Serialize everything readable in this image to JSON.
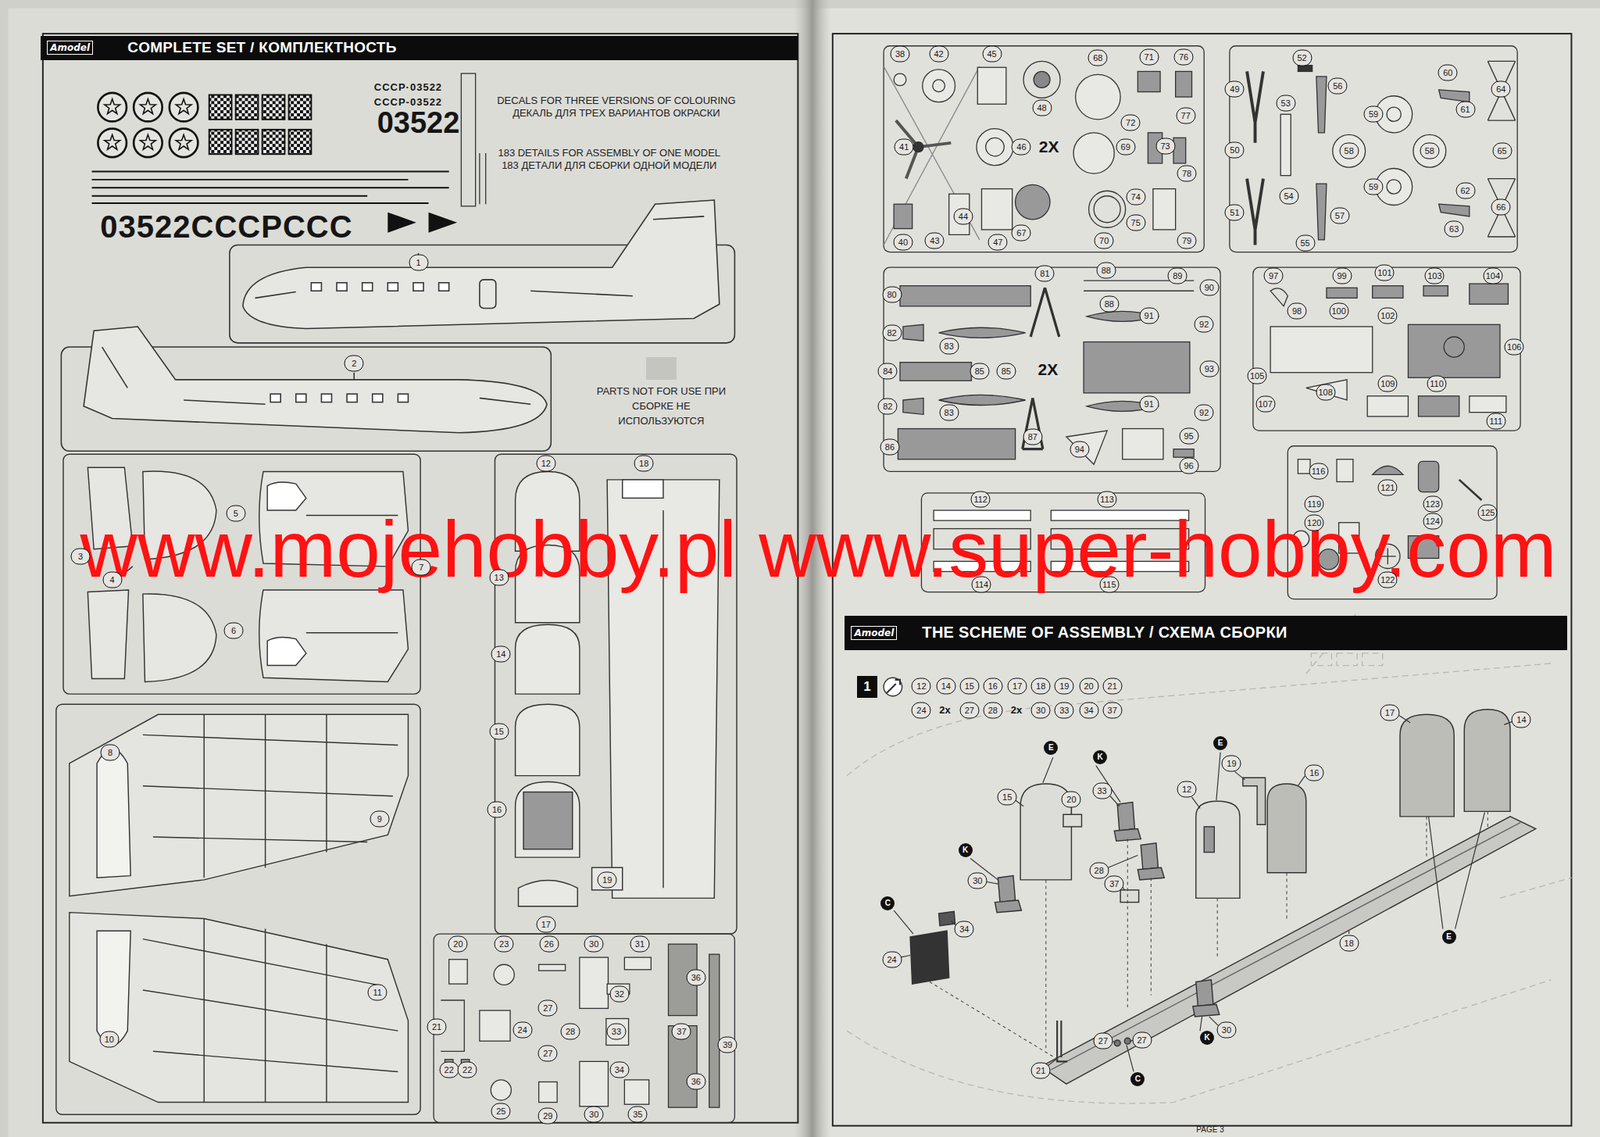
{
  "diagram": {
    "nodes": [
      {
        "text": [
          "Amodel",
          "COMPLETE SET / КОМПЛЕКТНОСТЬ"
        ]
      },
      {
        "text": [
          "Amodel",
          "THE SCHEME OF ASSEMBLY / СХЕМА СБОРКИ"
        ]
      },
      {
        "text": [
          "1"
        ]
      }
    ],
    "labels": [
      "СССР·03522",
      "CCCP-03522",
      "03522",
      "03522CCCPCCC",
      "DECALS FOR THREE VERSIONS OF COLOURING",
      "ДЕКАЛЬ ДЛЯ ТРЕХ ВАРИАНТОВ ОКРАСКИ",
      "183 DETAILS FOR ASSEMBLY OF ONE MODEL",
      "183 ДЕТАЛИ ДЛЯ СБОРКИ ОДНОЙ МОДЕЛИ",
      "www.mojehobby.pl www.super-hobby.com",
      "PAGE 3",
      "E",
      "E",
      "E",
      "K",
      "K",
      "K",
      "C",
      "C",
      "2X",
      "2X",
      "2x",
      "2x",
      "1",
      "2",
      "3",
      "4",
      "5",
      "6",
      "7",
      "8",
      "9",
      "10",
      "11",
      "12",
      "13",
      "14",
      "15",
      "16",
      "17",
      "18",
      "19",
      "20",
      "21",
      "22",
      "22",
      "23",
      "24",
      "25",
      "26",
      "27",
      "27",
      "28",
      "29",
      "30",
      "30",
      "31",
      "32",
      "33",
      "34",
      "35",
      "36",
      "36",
      "37",
      "39",
      "38",
      "42",
      "45",
      "68",
      "71",
      "76",
      "48",
      "72",
      "77",
      "41",
      "46",
      "69",
      "73",
      "78",
      "44",
      "74",
      "75",
      "40",
      "43",
      "47",
      "67",
      "70",
      "79",
      "52",
      "60",
      "56",
      "49",
      "64",
      "53",
      "61",
      "59",
      "50",
      "58",
      "58",
      "65",
      "59",
      "62",
      "54",
      "66",
      "51",
      "57",
      "63",
      "55",
      "81",
      "88",
      "89",
      "90",
      "80",
      "88",
      "91",
      "92",
      "82",
      "83",
      "84",
      "85",
      "85",
      "93",
      "82",
      "91",
      "83",
      "92",
      "95",
      "87",
      "86",
      "94",
      "96",
      "97",
      "99",
      "101",
      "103",
      "104",
      "98",
      "100",
      "102",
      "106",
      "105",
      "108",
      "109",
      "110",
      "107",
      "111",
      "116",
      "121",
      "123",
      "125",
      "119",
      "124",
      "120",
      "122",
      "112",
      "113",
      "114",
      "115",
      "12",
      "14",
      "15",
      "16",
      "17",
      "18",
      "19",
      "20",
      "21",
      "24",
      "27",
      "28",
      "30",
      "33",
      "34",
      "37",
      "17",
      "14",
      "19",
      "16",
      "12",
      "33",
      "15",
      "20",
      "28",
      "30",
      "37",
      "34",
      "18",
      "24",
      "30",
      "27",
      "27",
      "21"
    ],
    "legend": [
      {
        "text": "PARTS NOT FOR USE ПРИ СБОРКЕ НЕ ИСПОЛЬЗУЮТСЯ",
        "color": "#c4c4c0"
      }
    ]
  }
}
